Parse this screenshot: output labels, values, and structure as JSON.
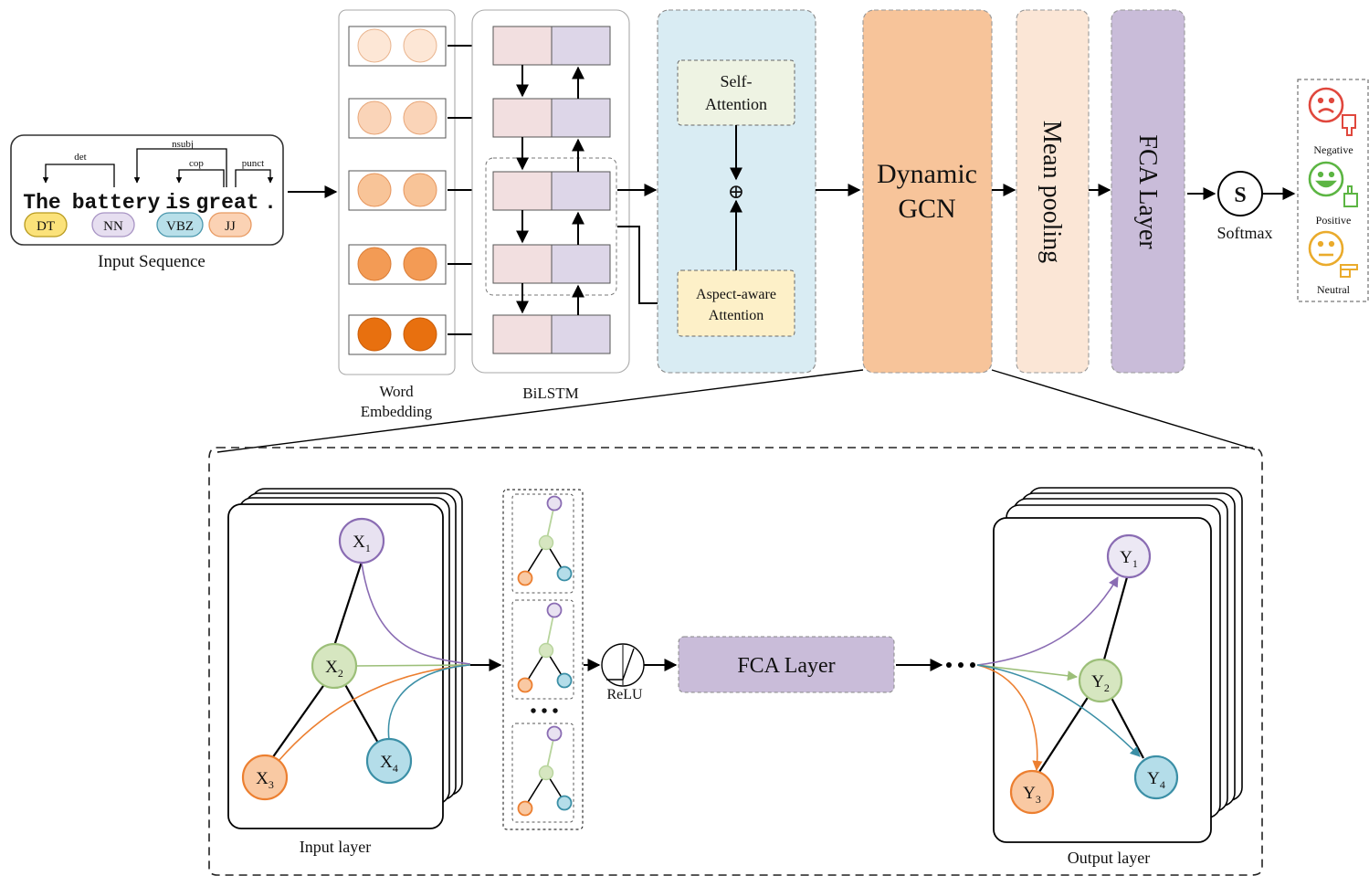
{
  "input_sequence": {
    "words": [
      "The",
      "battery",
      "is",
      "great",
      "."
    ],
    "pos_tags": [
      "DT",
      "NN",
      "VBZ",
      "JJ"
    ],
    "dependencies": [
      "det",
      "nsubj",
      "cop",
      "punct"
    ],
    "caption": "Input Sequence"
  },
  "word_embedding": {
    "caption_line1": "Word",
    "caption_line2": "Embedding"
  },
  "bilstm": {
    "caption": "BiLSTM"
  },
  "attention": {
    "self_line1": "Self-",
    "self_line2": "Attention",
    "aspect_line1": "Aspect-aware",
    "aspect_line2": "Attention",
    "combine_symbol": "⊕"
  },
  "dynamic_gcn": {
    "line1": "Dynamic",
    "line2": "GCN"
  },
  "mean_pooling": {
    "label": "Mean pooling"
  },
  "fca_layer": {
    "label": "FCA Layer"
  },
  "softmax": {
    "symbol": "S",
    "label": "Softmax"
  },
  "sentiments": {
    "negative": "Negative",
    "positive": "Positive",
    "neutral": "Neutral"
  },
  "gcn_detail": {
    "input_nodes": [
      "X1",
      "X2",
      "X3",
      "X4"
    ],
    "output_nodes": [
      "Y1",
      "Y2",
      "Y3",
      "Y4"
    ],
    "input_layer_label": "Input layer",
    "output_layer_label": "Output layer",
    "relu_label": "ReLU",
    "fca_layer_label": "FCA Layer",
    "ellipsis": "• • •"
  },
  "colors": {
    "x1_fill": "#e8e2f1",
    "x1_stroke": "#8a6cb3",
    "x2_fill": "#d6e6c0",
    "x2_stroke": "#9cbf79",
    "x3_fill": "#f9c9a3",
    "x3_stroke": "#ec7f30",
    "x4_fill": "#b4dde9",
    "x4_stroke": "#3b8fa6",
    "gcn_block": "#f7c49a",
    "mean_pool_block": "#fbe6d6",
    "fca_block": "#c9bcd9",
    "attention_panel": "#d9ecf3",
    "self_attention": "#eef3e3",
    "aspect_attention": "#fdf0c8",
    "negative": "#e0473d",
    "positive": "#5cb543",
    "neutral": "#eaab2c"
  }
}
